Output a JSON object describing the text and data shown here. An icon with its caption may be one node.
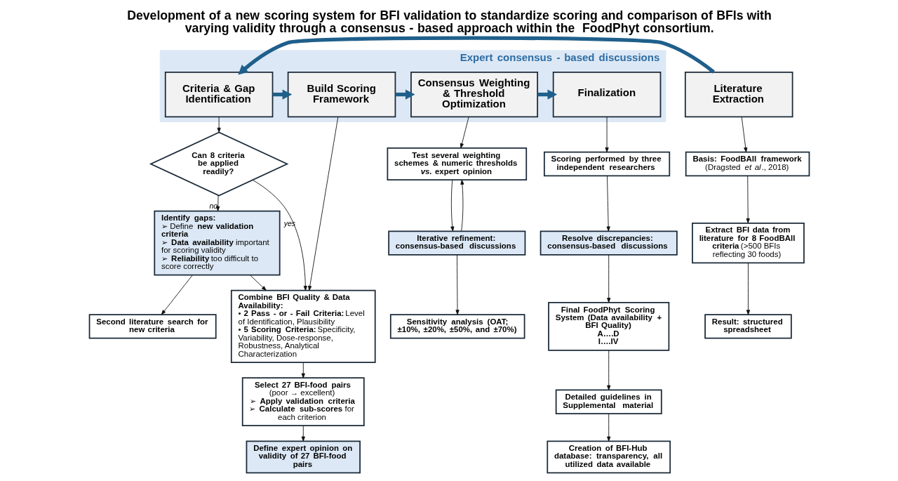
{
  "diagram": {
    "title": "Development of a new scoring system for BFI validation to standardize scoring and comparison of BFIs with varying validity through a consensus - based approach within the  FoodPhyt consortium.",
    "nodes": [
      {
        "text": [
          "Expert consensus - based discussions"
        ]
      },
      {
        "text": [
          "Literature Extraction"
        ]
      },
      {
        "text": [
          "Criteria & Gap Identification"
        ],
        "in": 0
      },
      {
        "text": [
          "Build Scoring Framework"
        ],
        "in": 0
      },
      {
        "text": [
          "Consensus Weighting & Threshold Optimization"
        ],
        "in": 0
      },
      {
        "text": [
          "Finalization"
        ],
        "in": 0
      },
      {
        "text": [
          "**Basis: FoodBAll framework**",
          "(Dragsted *et al*., 2018)"
        ]
      },
      {
        "text": [
          "**Extract BFI data from literature for 8 FoodBAll criteria** (>500 BFIs reflecting 30 foods)"
        ]
      },
      {
        "text": [
          "**Result: structured spreadsheet**"
        ]
      },
      {
        "text": [
          "**Can 8 criteria be applied readily?**"
        ]
      },
      {
        "text": [
          "**Identify gaps:**",
          "➢ Define **new validation criteria**",
          "➢ **Data availability** important for scoring validity",
          "➢ **Reliability** too difficult to score correctly"
        ]
      },
      {
        "text": [
          "**Second literature search for new criteria**"
        ]
      },
      {
        "text": [
          "**Combine BFI Quality & Data Availability:**",
          "• **2 Pass - or - Fail Criteria:** Level of Identification, Plausibility",
          "• **5 Scoring Criteria:** Specificity, Variability, Dose-response, Robustness, Analytical Characterization"
        ]
      },
      {
        "text": [
          "**Select 27 BFI-food pairs**",
          "(poor → excellent)",
          "➢ **Apply validation criteria**",
          "➢ **Calculate sub-scores** for each criterion"
        ]
      },
      {
        "text": [
          "**Define expert opinion on validity of 27 BFI-food pairs**"
        ]
      },
      {
        "text": [
          "**Test several weighting schemes & numeric thresholds *vs.* expert opinion**"
        ]
      },
      {
        "text": [
          "**Iterative refinement: consensus-based discussions**"
        ]
      },
      {
        "text": [
          "**Sensitivity analysis (OAT;  ±10%, ±20%, ±50%, and ±70%)**"
        ]
      },
      {
        "text": [
          "**Scoring performed by three independent researchers**"
        ]
      },
      {
        "text": [
          "**Resolve discrepancies: consensus-based discussions**"
        ]
      },
      {
        "text": [
          "**Final FoodPhyt Scoring System (Data availability + BFI Quality)**",
          "**A….D**",
          "**I….IV**"
        ]
      },
      {
        "text": [
          "**Detailed guidelines in Supplemental  material**"
        ]
      },
      {
        "text": [
          "**Creation of BFI-Hub database: transparency, all utilized data available**"
        ]
      }
    ],
    "edges": [
      {
        "from": 1,
        "to": 2,
        "arrow": "to",
        "style": "thick",
        "color": "#1f5f8b"
      },
      {
        "from": 2,
        "to": 3,
        "arrow": "to",
        "style": "thick",
        "color": "#1f5f8b"
      },
      {
        "from": 3,
        "to": 4,
        "arrow": "to",
        "style": "thick",
        "color": "#1f5f8b"
      },
      {
        "from": 4,
        "to": 5,
        "arrow": "to",
        "style": "thick",
        "color": "#1f5f8b"
      },
      {
        "from": 1,
        "to": 6,
        "arrow": "to"
      },
      {
        "from": 6,
        "to": 7,
        "arrow": "to"
      },
      {
        "from": 7,
        "to": 8,
        "arrow": "to"
      },
      {
        "from": 2,
        "to": 9,
        "arrow": "to"
      },
      {
        "from": 9,
        "to": 12,
        "arrow": "to",
        "label": "yes"
      },
      {
        "from": 9,
        "to": 10,
        "arrow": "to",
        "label": "no"
      },
      {
        "from": 10,
        "to": 12,
        "arrow": "to"
      },
      {
        "from": 10,
        "to": 11,
        "arrow": "to"
      },
      {
        "from": 3,
        "to": 12,
        "arrow": "to"
      },
      {
        "from": 12,
        "to": 13,
        "arrow": "to"
      },
      {
        "from": 13,
        "to": 14,
        "arrow": "to"
      },
      {
        "from": 4,
        "to": 15,
        "arrow": "to"
      },
      {
        "from": 15,
        "to": 16,
        "arrow": "to"
      },
      {
        "from": 16,
        "to": 15,
        "arrow": "to"
      },
      {
        "from": 16,
        "to": 17,
        "arrow": "to"
      },
      {
        "from": 5,
        "to": 18,
        "arrow": "to"
      },
      {
        "from": 18,
        "to": 19,
        "arrow": "to"
      },
      {
        "from": 19,
        "to": 20,
        "arrow": "to"
      },
      {
        "from": 20,
        "to": 21,
        "arrow": "to"
      },
      {
        "from": 21,
        "to": 22,
        "arrow": "to"
      }
    ]
  }
}
